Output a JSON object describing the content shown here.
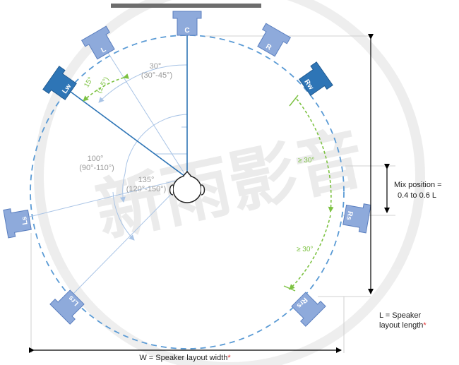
{
  "speakers": {
    "c": "C",
    "l": "L",
    "r": "R",
    "lw": "Lw",
    "rw": "Rw",
    "ls": "Ls",
    "rs": "Rs",
    "lrs": "Lrs",
    "rrs": "Rrs"
  },
  "angles": {
    "front_angle": "30°",
    "front_range": "(30°-45°)",
    "wide_angle": "15°",
    "wide_range": "(± 5°)",
    "side_angle": "100°",
    "side_range": "(90°-110°)",
    "rear_angle": "135°",
    "rear_range": "(120°-150°)",
    "right_upper": "≥ 30°",
    "right_lower": "≥ 30°"
  },
  "annotations": {
    "mix_line1": "Mix position =",
    "mix_line2": "0.4 to 0.6 L",
    "length_line1": "L = Speaker",
    "length_line2": "layout length",
    "width_label": "W = Speaker layout width",
    "asterisk": "*"
  },
  "watermark": "新雨影音",
  "colors": {
    "circle": "#5b9bd5",
    "speaker_light": "#8eaadb",
    "speaker_dark": "#2e75b6",
    "guide_line": "#a9c4e6",
    "green": "#7dc242",
    "label_grey": "#9a9a9a",
    "dim_black": "#000000"
  }
}
